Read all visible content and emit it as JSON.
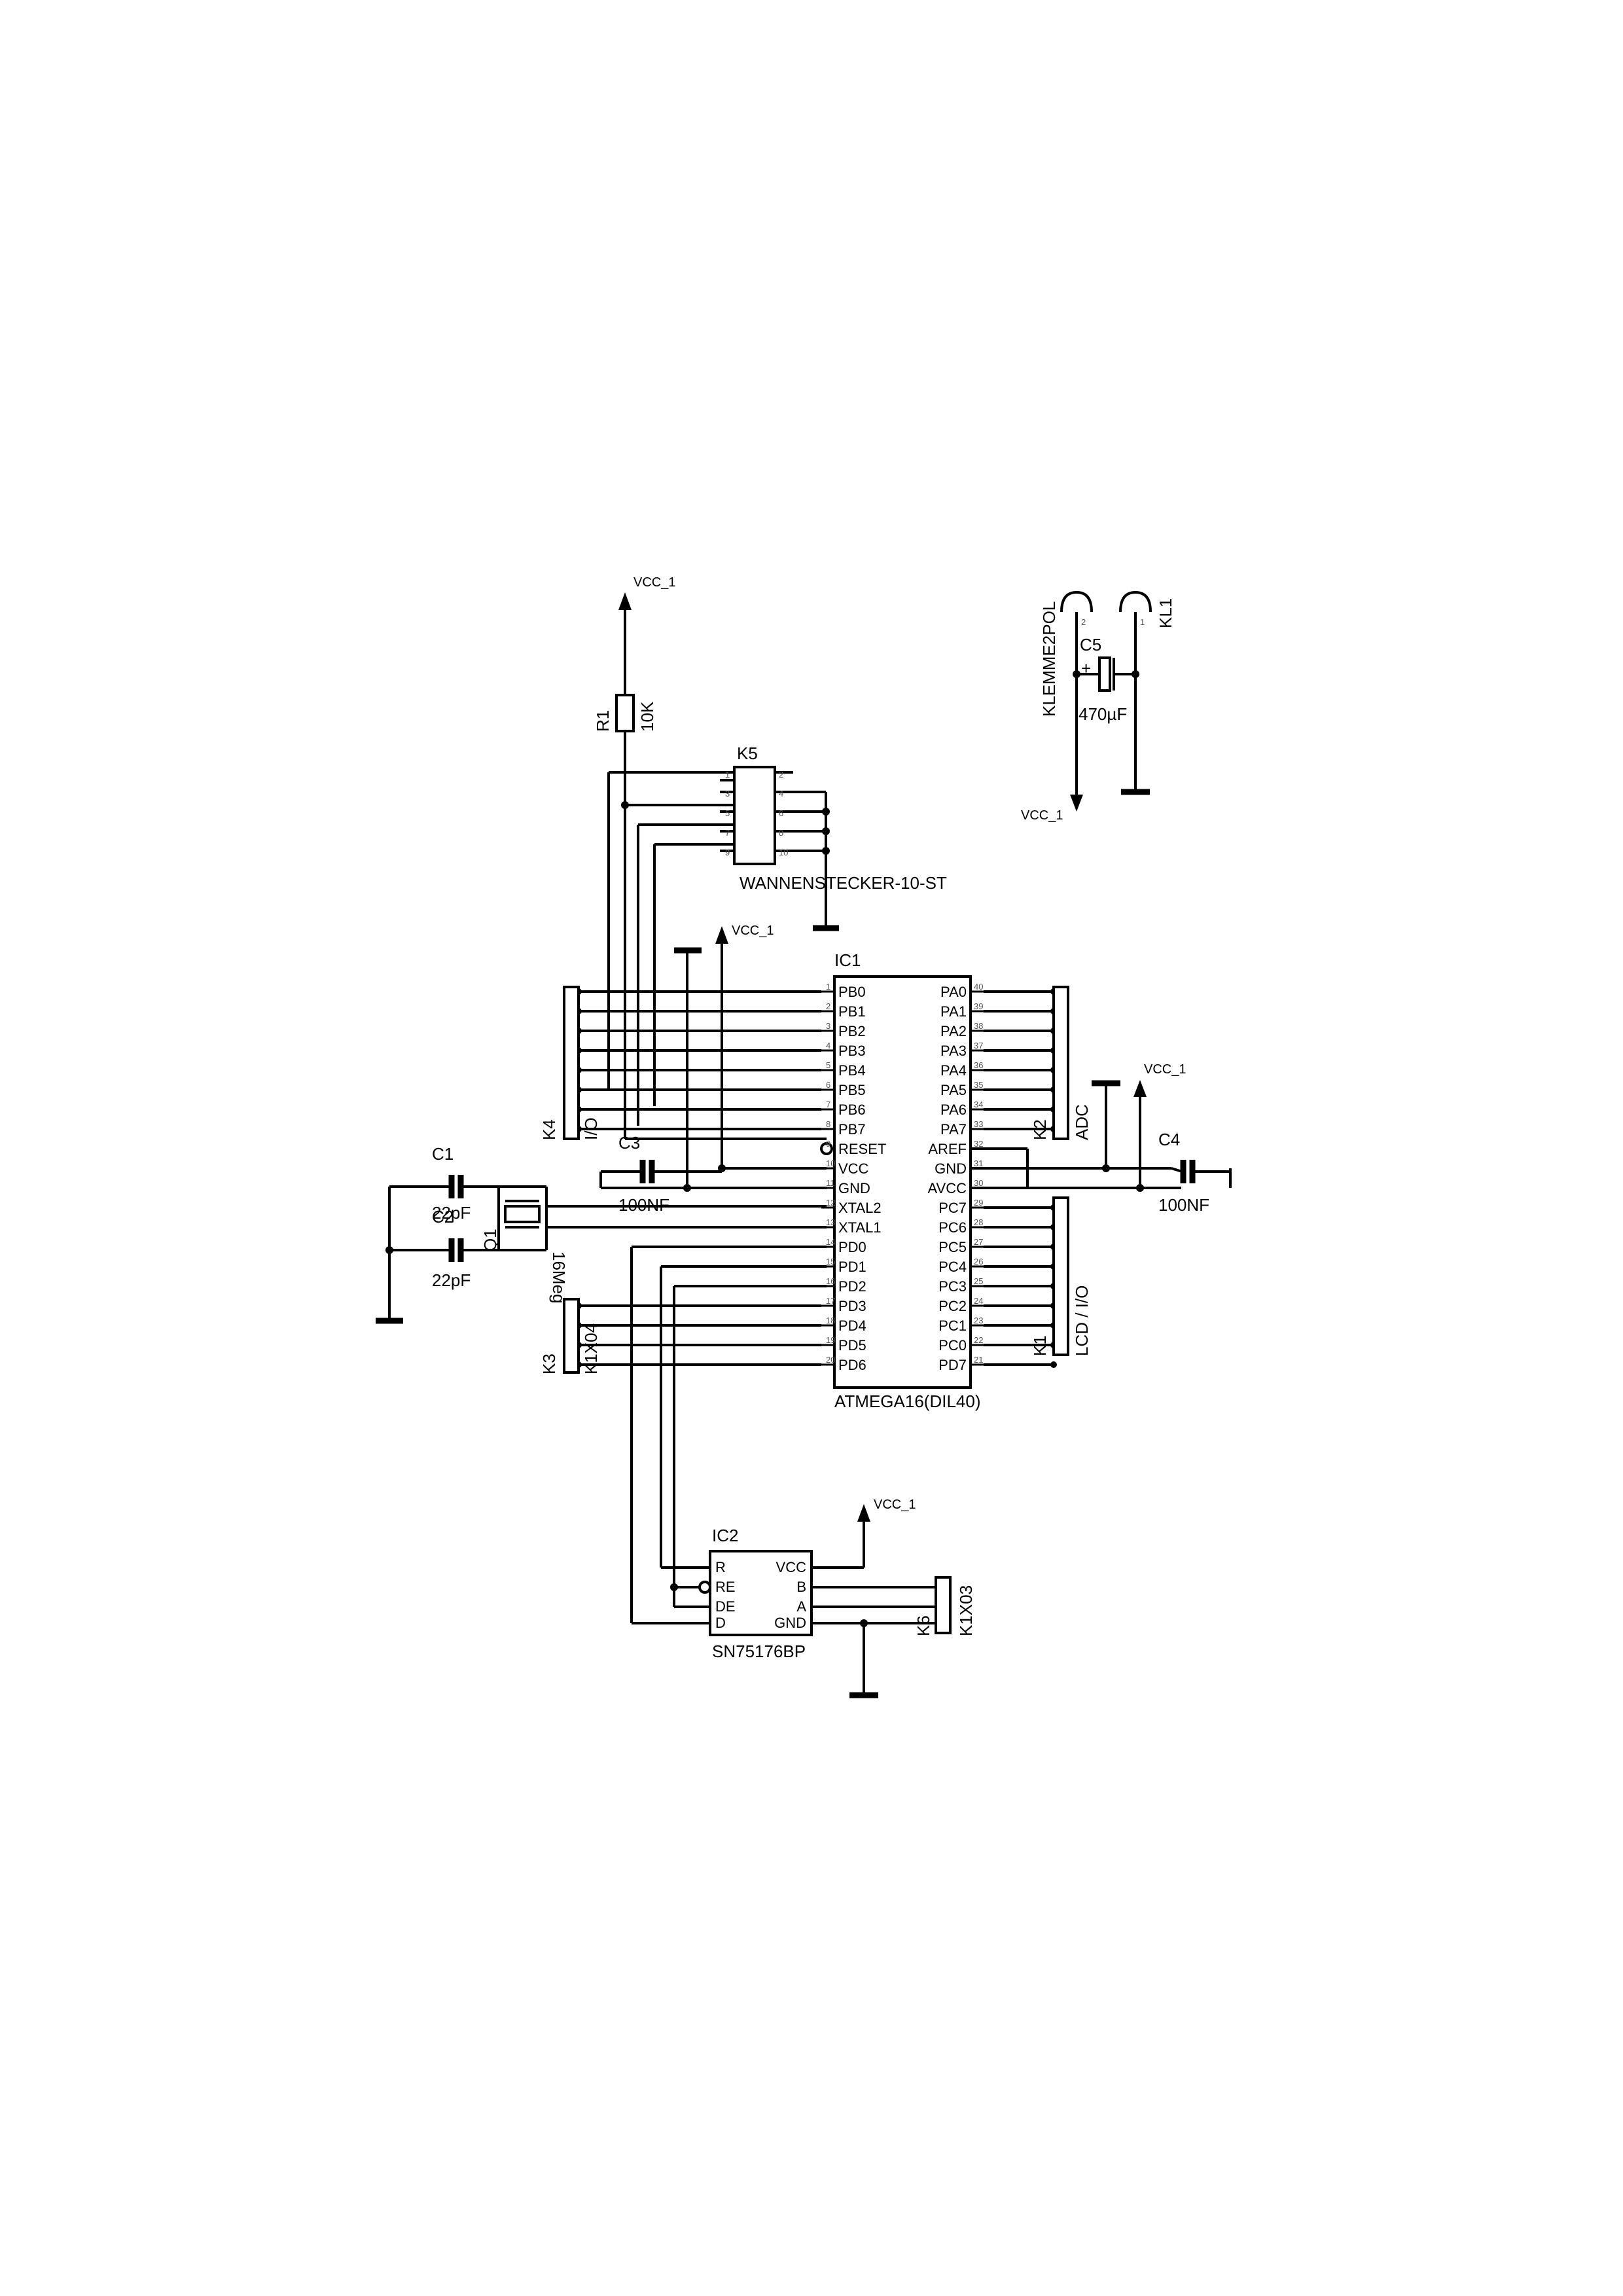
{
  "power": {
    "vcc": "VCC_1"
  },
  "r1": {
    "ref": "R1",
    "value": "10K"
  },
  "k5": {
    "ref": "K5",
    "value": "WANNENSTECKER-10-ST",
    "pins_left": [
      "1",
      "3",
      "5",
      "7",
      "9"
    ],
    "pins_right": [
      "2",
      "4",
      "6",
      "8",
      "10"
    ]
  },
  "power_in": {
    "ref_a": "KLEMME2POL",
    "ref_b": "KL1",
    "pins": [
      "2",
      "1"
    ]
  },
  "c5": {
    "ref": "C5",
    "value": "470µF",
    "polarity": "+"
  },
  "ic1": {
    "ref": "IC1",
    "value": "ATMEGA16(DIL40)",
    "left_pins": [
      "PB0",
      "PB1",
      "PB2",
      "PB3",
      "PB4",
      "PB5",
      "PB6",
      "PB7",
      "RESET",
      "VCC",
      "GND",
      "XTAL2",
      "XTAL1",
      "PD0",
      "PD1",
      "PD2",
      "PD3",
      "PD4",
      "PD5",
      "PD6"
    ],
    "left_nums": [
      "1",
      "2",
      "3",
      "4",
      "5",
      "6",
      "7",
      "8",
      "9",
      "10",
      "11",
      "12",
      "13",
      "14",
      "15",
      "16",
      "17",
      "18",
      "19",
      "20"
    ],
    "right_pins": [
      "PA0",
      "PA1",
      "PA2",
      "PA3",
      "PA4",
      "PA5",
      "PA6",
      "PA7",
      "AREF",
      "GND",
      "AVCC",
      "PC7",
      "PC6",
      "PC5",
      "PC4",
      "PC3",
      "PC2",
      "PC1",
      "PC0",
      "PD7"
    ],
    "right_nums": [
      "40",
      "39",
      "38",
      "37",
      "36",
      "35",
      "34",
      "33",
      "32",
      "31",
      "30",
      "29",
      "28",
      "27",
      "26",
      "25",
      "24",
      "23",
      "22",
      "21"
    ]
  },
  "k4": {
    "ref": "K4",
    "value": "I/O"
  },
  "k2": {
    "ref": "K2",
    "value": "ADC"
  },
  "k1": {
    "ref": "K1",
    "value": "LCD / I/O"
  },
  "k3": {
    "ref": "K3",
    "value": "K1X04"
  },
  "k6": {
    "ref": "K6",
    "value": "K1X03"
  },
  "c1": {
    "ref": "C1",
    "value": "22pF"
  },
  "c2": {
    "ref": "C2",
    "value": "22pF"
  },
  "c3": {
    "ref": "C3",
    "value": "100NF"
  },
  "c4": {
    "ref": "C4",
    "value": "100NF"
  },
  "q1": {
    "ref": "Q1",
    "value": "16Meg"
  },
  "ic2": {
    "ref": "IC2",
    "value": "SN75176BP",
    "left_pins": [
      "R",
      "RE",
      "DE",
      "D"
    ],
    "right_pins": [
      "VCC",
      "B",
      "A",
      "GND"
    ]
  }
}
